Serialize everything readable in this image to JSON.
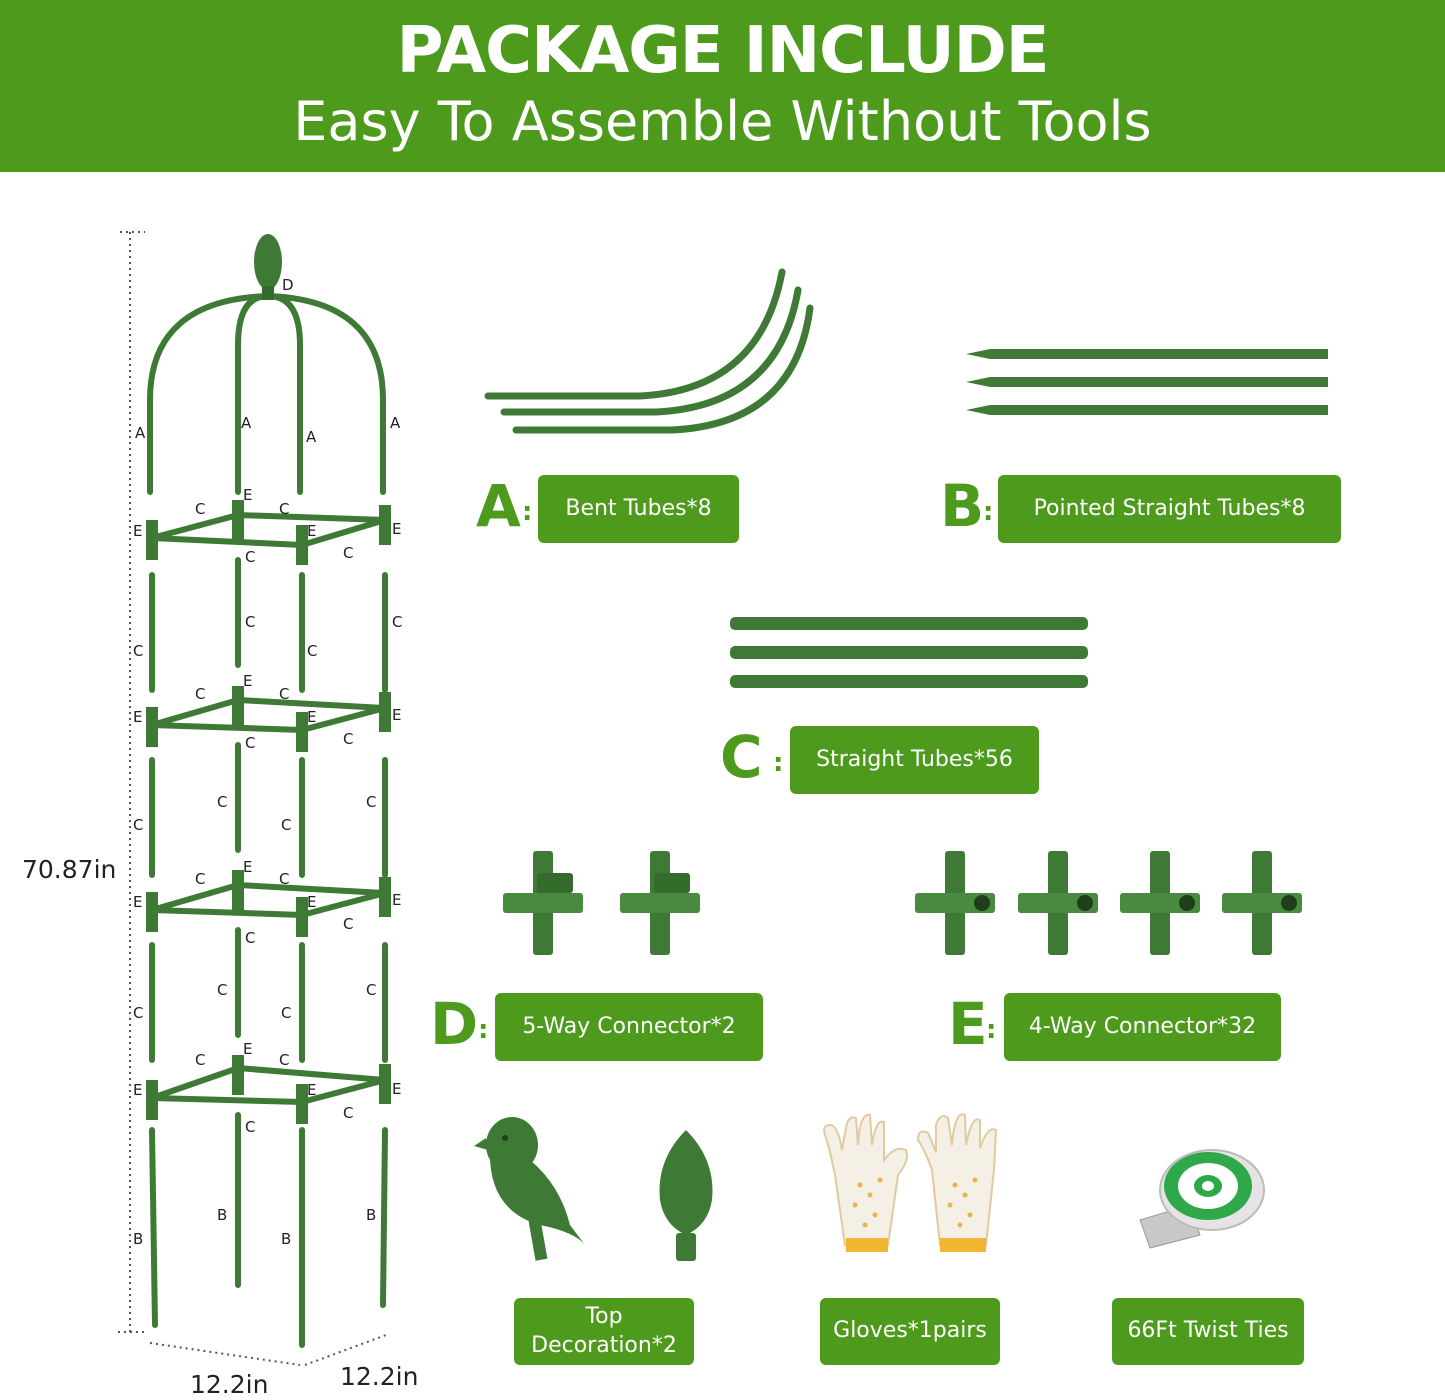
{
  "header": {
    "title": "PACKAGE INCLUDE",
    "subtitle": "Easy To Assemble Without Tools"
  },
  "colors": {
    "brand_green": "#4d9a1c",
    "part_green": "#3e7a35"
  },
  "dimensions": {
    "height": "70.87in",
    "width_front": "12.2in",
    "width_side": "12.2in"
  },
  "parts": {
    "a": {
      "letter": "A",
      "colon": ":",
      "label": "Bent Tubes*8"
    },
    "b": {
      "letter": "B",
      "colon": ":",
      "label": "Pointed Straight Tubes*8"
    },
    "c": {
      "letter": "C",
      "colon": ":",
      "label": "Straight Tubes*56"
    },
    "d": {
      "letter": "D",
      "colon": ":",
      "label": "5-Way Connector*2"
    },
    "e": {
      "letter": "E",
      "colon": ":",
      "label": "4-Way Connector*32"
    }
  },
  "extras": {
    "top_decoration": {
      "line1": "Top",
      "line2": "Decoration*2"
    },
    "gloves": "Gloves*1pairs",
    "twist_ties": "66Ft Twist Ties"
  },
  "diagram_tags": {
    "a": "A",
    "b": "B",
    "c": "C",
    "d": "D",
    "e": "E"
  },
  "icons": [
    "trellis-diagram-icon",
    "bent-tube-icon",
    "straight-tube-icon",
    "five-way-connector-icon",
    "four-way-connector-icon",
    "bird-ornament-icon",
    "finial-icon",
    "gloves-icon",
    "twist-tie-spool-icon"
  ]
}
